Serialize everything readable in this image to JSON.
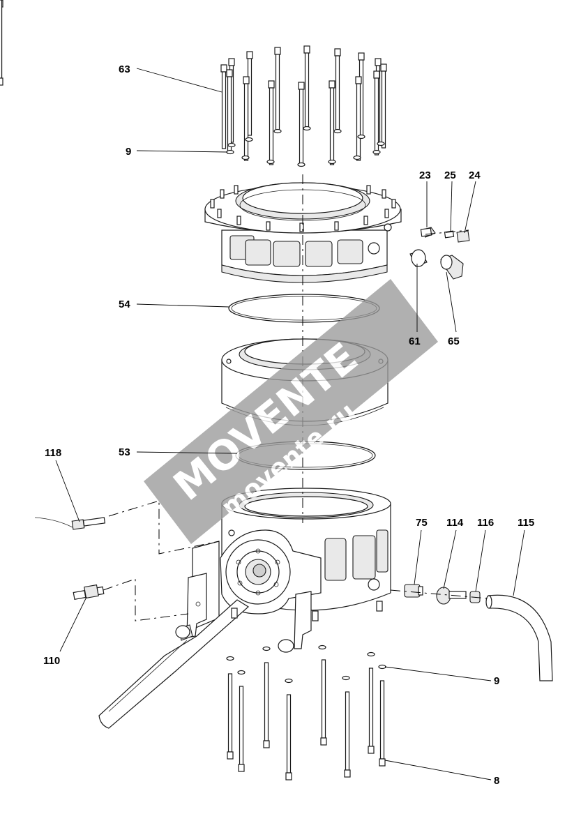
{
  "callouts": {
    "c63": "63",
    "c9_top": "9",
    "c23": "23",
    "c25": "25",
    "c24": "24",
    "c61": "61",
    "c65": "65",
    "c54": "54",
    "c53": "53",
    "c118": "118",
    "c75": "75",
    "c114": "114",
    "c116": "116",
    "c115": "115",
    "c110": "110",
    "c9_bottom": "9",
    "c8": "8"
  },
  "watermark": {
    "brand": "MOVENTE",
    "domain": "movente.ru"
  },
  "colors": {
    "line": "#000000",
    "watermark_band": "#9a9a9a",
    "background": "#ffffff"
  }
}
